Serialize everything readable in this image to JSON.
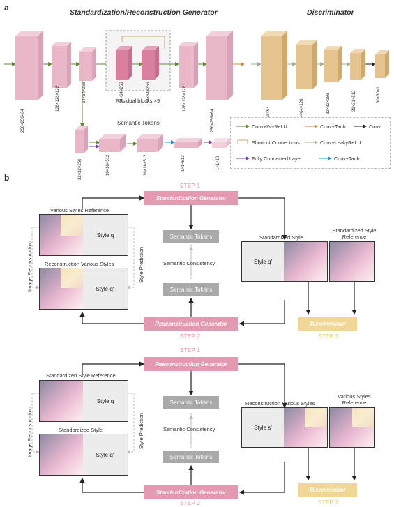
{
  "panel_a": {
    "letter": "a",
    "generator_title": "Standardization/Reconstruction Generator",
    "discriminator_title": "Discriminator",
    "generator_blocks": [
      "256×256×64",
      "128×128×128",
      "64×64×256",
      "64×64×256",
      "64×64×256",
      "128×128×128",
      "256×256×64"
    ],
    "residual_label": "Residual blocks ×9",
    "semantic_tokens_title": "Semantic Tokens",
    "token_blocks": [
      "32×32×256",
      "16×16×512",
      "16×16×512",
      "1×1×512",
      "1×1×10"
    ],
    "discriminator_blocks": [
      "128×128×64",
      "64×64×128",
      "32×32×256",
      "31×31×512",
      "30×30×1"
    ],
    "legend": [
      {
        "label": "Conv+IN+ReLU",
        "color": "#5f8a3a"
      },
      {
        "label": "Conv+Tanh",
        "color": "#c8884a"
      },
      {
        "label": "Conv",
        "color": "#222222"
      },
      {
        "label": "Shortcut Connections",
        "color": "#c9a97a"
      },
      {
        "label": "Conv+LeakyReLU",
        "color": "#9bb38a"
      },
      {
        "label": "Fully Connected Layer",
        "color": "#7a3fa0"
      },
      {
        "label": "Conv+Tanh",
        "color": "#2b8fd6"
      }
    ]
  },
  "panel_b": {
    "letter": "b",
    "top": {
      "step1": "STEP 1",
      "gen_box": "Standardization Generator",
      "ref_label": "Various Styles Reference",
      "style_q": "Style q",
      "recon_label": "Reconstruction Various Styles",
      "style_q2": "Style q″",
      "image_recon": "Image Reconstruction",
      "style_pred": "Style Prediction",
      "sem_tokens_1": "Semantic Tokens",
      "sem_consistency": "Semantic Consistency",
      "sem_tokens_2": "Semantic Tokens",
      "std_style_label": "Standardized Style",
      "style_q_prime": "Style q′",
      "std_ref_label": "Standardized Style Reference",
      "recon_box": "Resconstruction Generator",
      "step2": "STEP 2",
      "disc_box": "Discriminator",
      "step3": "STEP 3"
    },
    "bottom": {
      "step1": "STEP 1",
      "gen_box": "Resconstruction Generator",
      "ref_label": "Standardized Style Reference",
      "style_q": "Style q",
      "recon_label": "Standardized Style",
      "style_q2": "Style q″",
      "image_recon": "Image Reconstruction",
      "style_pred": "Style Prediction",
      "sem_tokens_1": "Semantic Tokens",
      "sem_consistency": "Semantic Consistency",
      "sem_tokens_2": "Semantic Tokens",
      "rv_label": "Reconstruction Various Styles",
      "style_s_prime": "Style s′",
      "vs_ref_label": "Various Styles Reference",
      "std_box": "Standardization Generator",
      "step2": "STEP 2",
      "disc_box": "Discriminator",
      "step3": "STEP 3"
    }
  },
  "colors": {
    "pink_block": "#e9b7c8",
    "pink_dark": "#d97fa0",
    "tan_block": "#e6c48f",
    "pink_box": "#e39ab1",
    "yellow_box": "#f1d795",
    "gray_box": "#a9a9a9"
  }
}
